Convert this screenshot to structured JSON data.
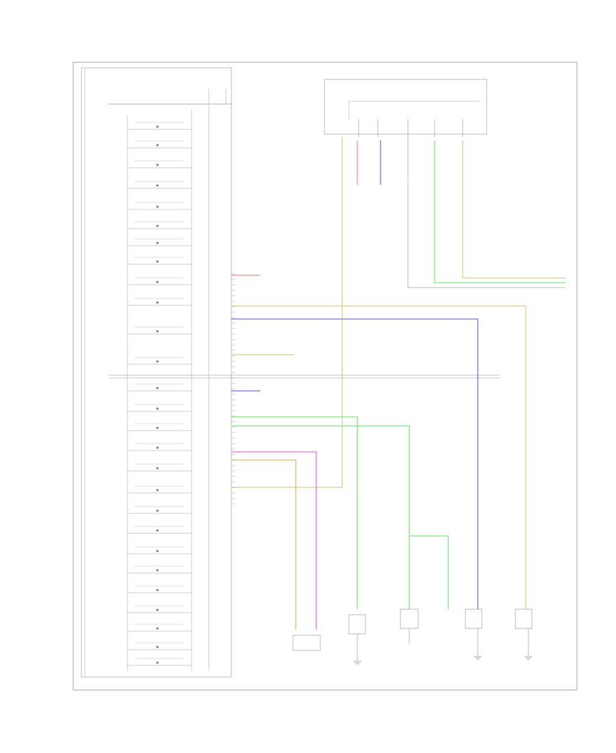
{
  "diagram": {
    "title": "",
    "legible_text": [],
    "colors": {
      "orange_wire": "#f4b26b",
      "pink_wire": "#ff66dd",
      "blue_wire": "#6e6ef0",
      "green_wire": "#7ee87e",
      "tan_wire": "#e0cb8c",
      "red_wire": "#f08a8a",
      "grey_wire": "#c8c8c8",
      "frame": "#8a8a8a"
    },
    "icons": [
      "switch-symbol",
      "ground-symbol",
      "sensor-box-symbol",
      "gauge-indicator-symbol"
    ]
  }
}
